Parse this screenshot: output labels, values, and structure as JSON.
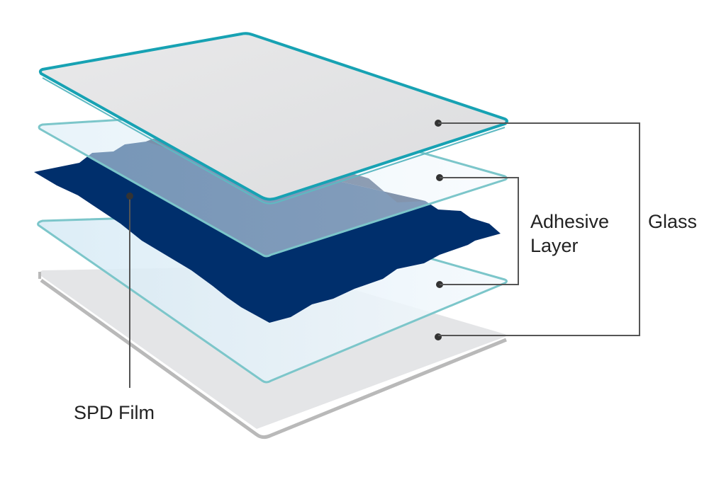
{
  "labels": {
    "spd_film": "SPD Film",
    "adhesive_line1": "Adhesive",
    "adhesive_line2": "Layer",
    "glass": "Glass"
  },
  "colors": {
    "glass_edge_top": "#17a2b3",
    "glass_edge_clear": "#79c4c8",
    "glass_fill": "#e3e4e6",
    "adhesive_fill": "#eaf4fb",
    "spd_fill": "#002f6c",
    "spd_dark": "#011c4a",
    "bottom_edge": "#b8b8b8",
    "leader": "#555555"
  }
}
